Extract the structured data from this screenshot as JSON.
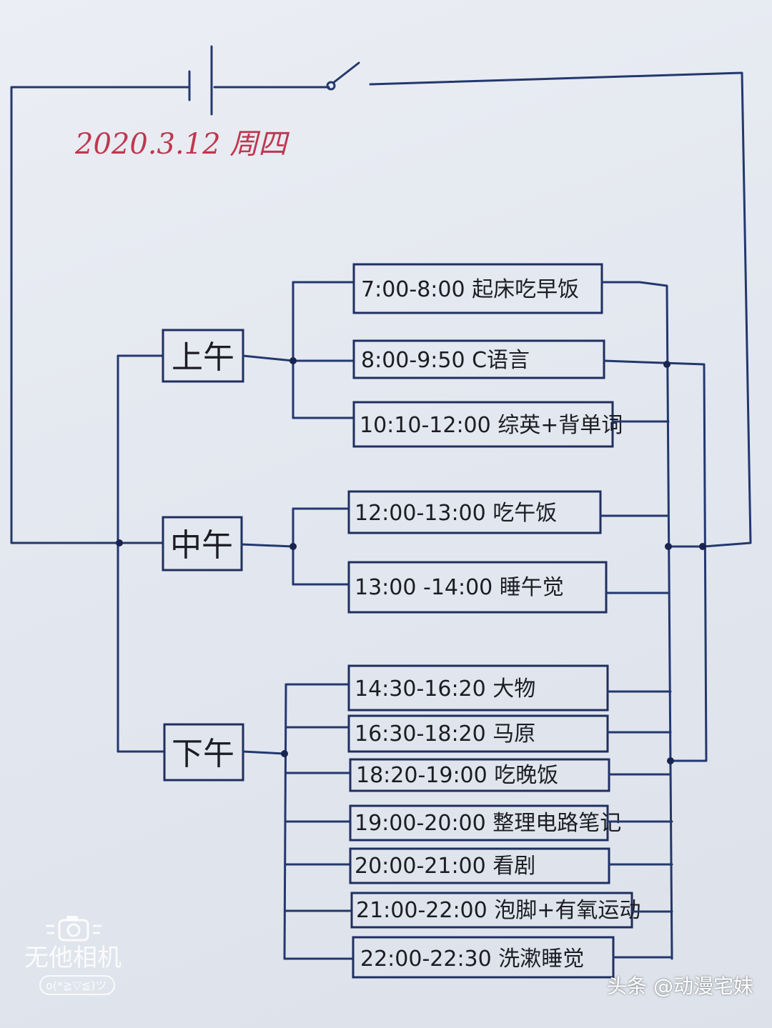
{
  "date_label": "2020.3.12 周四",
  "periods": [
    {
      "label": "上午",
      "tasks": [
        "7:00-8:00 起床吃早饭",
        "8:00-9:50 C语言",
        "10:10-12:00 综英+背单词"
      ]
    },
    {
      "label": "中午",
      "tasks": [
        "12:00-13:00 吃午饭",
        "13:00 -14:00 睡午觉"
      ]
    },
    {
      "label": "下午",
      "tasks": [
        "14:30-16:20 大物",
        "16:30-18:20 马原",
        "18:20-19:00 吃晚饭",
        "19:00-20:00 整理电路笔记",
        "20:00-21:00 看剧",
        "21:00-22:00 泡脚+有氧运动",
        "22:00-22:30 洗漱睡觉"
      ]
    }
  ],
  "watermark": {
    "title": "无他相机",
    "emoticon": "o(*≧▽≦)ツ",
    "icon": "camera-icon"
  },
  "credit": "头条 @动漫宅妹",
  "colors": {
    "ink": "#1f2f60",
    "date": "#c0364f",
    "paper": "#e4e8f0"
  }
}
